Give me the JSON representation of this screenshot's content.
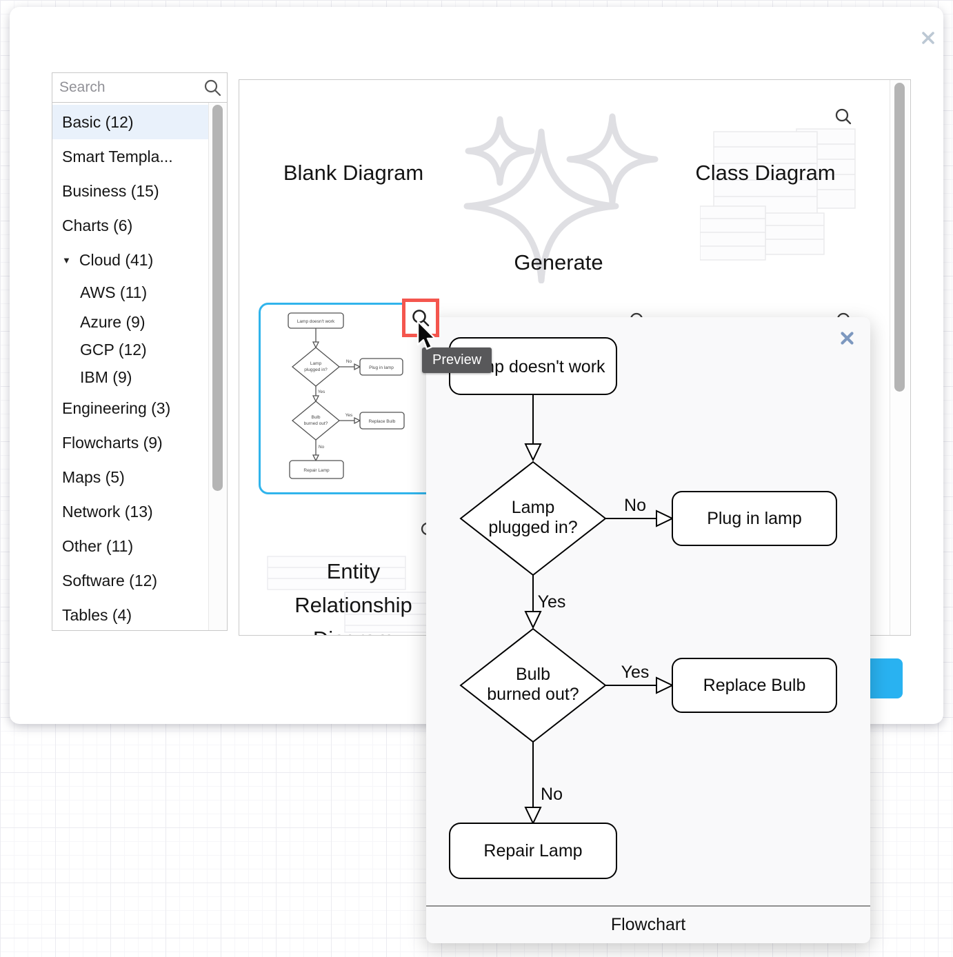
{
  "window": {
    "close_icon": "close-x"
  },
  "sidebar": {
    "search": {
      "placeholder": "Search",
      "icon": "magnifier"
    },
    "items": [
      {
        "label": "Basic (12)",
        "selected": true
      },
      {
        "label": "Smart Templa..."
      },
      {
        "label": "Business (15)"
      },
      {
        "label": "Charts (6)"
      },
      {
        "label": "Cloud (41)",
        "caret": "▼"
      },
      {
        "label": "AWS (11)"
      },
      {
        "label": "Azure (9)"
      },
      {
        "label": "GCP (12)"
      },
      {
        "label": "IBM (9)"
      },
      {
        "label": "Engineering (3)"
      },
      {
        "label": "Flowcharts (9)"
      },
      {
        "label": "Maps (5)"
      },
      {
        "label": "Network (13)"
      },
      {
        "label": "Other (11)"
      },
      {
        "label": "Software (12)"
      },
      {
        "label": "Tables (4)"
      }
    ]
  },
  "gallery": {
    "row1": [
      {
        "title": "Blank Diagram"
      },
      {
        "title": "Generate",
        "icon": "sparkles"
      },
      {
        "title": "Class Diagram",
        "preview_icon": "magnifier"
      }
    ],
    "row3": [
      {
        "title": "Entity Relationship Diagram",
        "preview_icon": "magnifier"
      }
    ],
    "selected_card": {
      "preview_icon": "magnifier"
    }
  },
  "tooltip": {
    "label": "Preview"
  },
  "preview_popup": {
    "close_icon": "close-x",
    "footer_label": "Flowchart",
    "flowchart": {
      "start": "Lamp doesn't work",
      "d1_line1": "Lamp",
      "d1_line2": "plugged in?",
      "edge_no1": "No",
      "action1": "Plug in lamp",
      "edge_yes1": "Yes",
      "d2_line1": "Bulb",
      "d2_line2": "burned out?",
      "edge_yes2": "Yes",
      "action2": "Replace Bulb",
      "edge_no2": "No",
      "end": "Repair Lamp"
    }
  },
  "colors": {
    "selection_border": "#30b4ec",
    "highlight_red": "#f4564e",
    "accent_blue": "#29b2f1",
    "tooltip_bg": "#58585a"
  }
}
